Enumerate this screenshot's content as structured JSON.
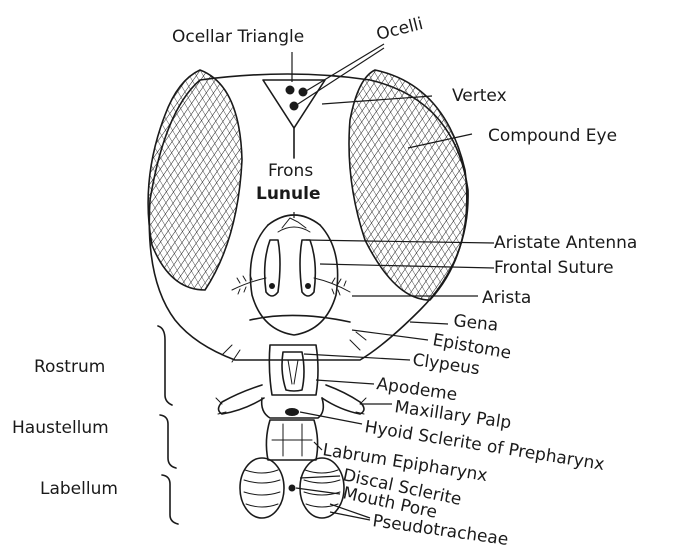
{
  "colors": {
    "ink": "#1a1a1a",
    "paper": "#ffffff"
  },
  "labels": {
    "ocellar_triangle": "Ocellar Triangle",
    "ocelli": "Ocelli",
    "vertex": "Vertex",
    "compound_eye": "Compound Eye",
    "frons": "Frons",
    "lunule": "Lunule",
    "aristate_antenna": "Aristate Antenna",
    "frontal_suture": "Frontal Suture",
    "arista": "Arista",
    "gena": "Gena",
    "epistome": "Epistome",
    "clypeus": "Clypeus",
    "apodeme": "Apodeme",
    "maxillary_palp": "Maxillary Palp",
    "hyoid_sclerite": "Hyoid Sclerite of Prepharynx",
    "labrum_epipharynx": "Labrum Epipharynx",
    "discal_sclerite": "Discal Sclerite",
    "mouth_pore": "Mouth Pore",
    "pseudotracheae": "Pseudotracheae",
    "rostrum": "Rostrum",
    "haustellum": "Haustellum",
    "labellum": "Labellum"
  }
}
